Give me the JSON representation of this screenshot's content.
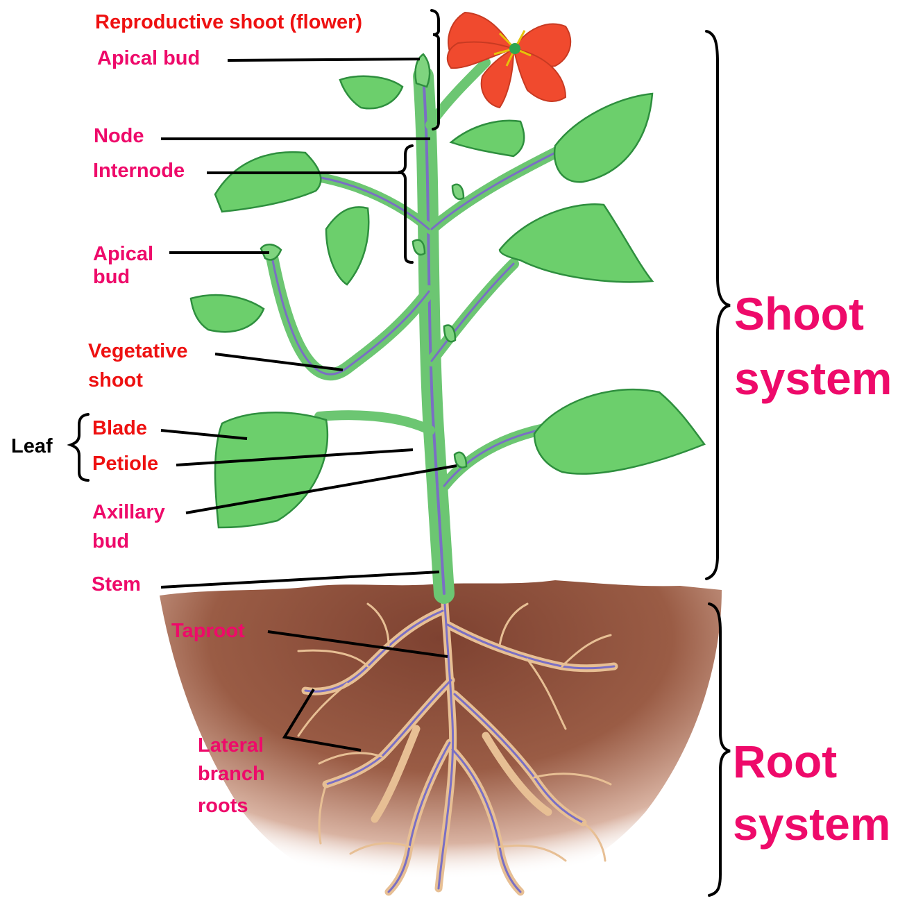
{
  "colors": {
    "label_red": "#ee1111",
    "label_pink": "#ee0a6a",
    "label_black": "#000000",
    "leaf": "#6ccf6c",
    "leaf_dark": "#2e8f3e",
    "vein": "#7a6fc4",
    "stem": "#78cc7c",
    "soil": "#8a4a36",
    "root": "#e9c39a",
    "petal": "#f04a2e"
  },
  "labels": {
    "reproductive_shoot": "Reproductive shoot (flower)",
    "apical_bud_top": "Apical bud",
    "node": "Node",
    "internode": "Internode",
    "apical_bud_side": [
      "Apical",
      "bud"
    ],
    "vegetative_shoot": [
      "Vegetative",
      "shoot"
    ],
    "leaf": "Leaf",
    "blade": "Blade",
    "petiole": "Petiole",
    "axillary_bud": [
      "Axillary",
      "bud"
    ],
    "stem": "Stem",
    "taproot": "Taproot",
    "lateral_roots": [
      "Lateral",
      "branch",
      "roots"
    ],
    "shoot_system": [
      "Shoot",
      "system"
    ],
    "root_system": [
      "Root",
      "system"
    ]
  }
}
